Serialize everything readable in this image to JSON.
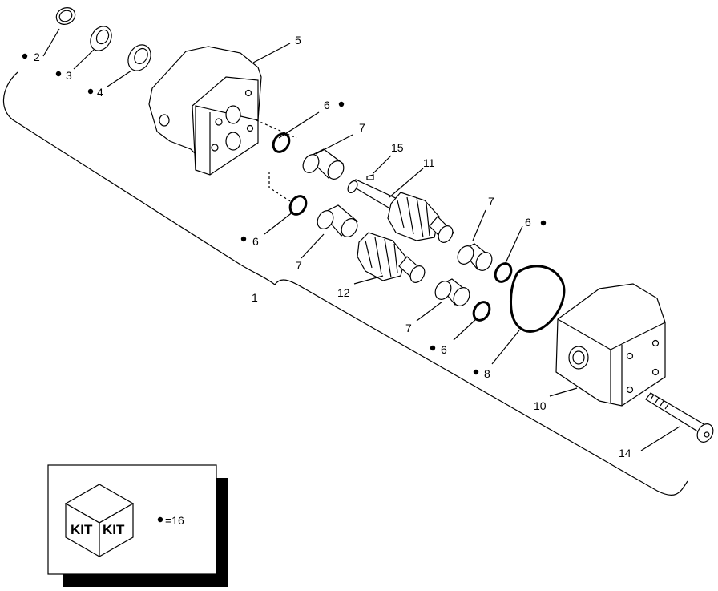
{
  "callouts": [
    {
      "id": "c2",
      "label": "2",
      "kit": true
    },
    {
      "id": "c3",
      "label": "3",
      "kit": true
    },
    {
      "id": "c4",
      "label": "4",
      "kit": true
    },
    {
      "id": "c5",
      "label": "5",
      "kit": false
    },
    {
      "id": "c6a",
      "label": "6",
      "kit": true
    },
    {
      "id": "c7a",
      "label": "7",
      "kit": false
    },
    {
      "id": "c15",
      "label": "15",
      "kit": false
    },
    {
      "id": "c11",
      "label": "11",
      "kit": false
    },
    {
      "id": "c7b",
      "label": "7",
      "kit": false
    },
    {
      "id": "c6b",
      "label": "6",
      "kit": true
    },
    {
      "id": "c6c",
      "label": "6",
      "kit": true
    },
    {
      "id": "c7c",
      "label": "7",
      "kit": false
    },
    {
      "id": "c12",
      "label": "12",
      "kit": false
    },
    {
      "id": "c1",
      "label": "1",
      "kit": false
    },
    {
      "id": "c7d",
      "label": "7",
      "kit": false
    },
    {
      "id": "c6d",
      "label": "6",
      "kit": true
    },
    {
      "id": "c8",
      "label": "8",
      "kit": true
    },
    {
      "id": "c10",
      "label": "10",
      "kit": false
    },
    {
      "id": "c14",
      "label": "14",
      "kit": false
    }
  ],
  "legend": {
    "kit_left": "KIT",
    "kit_right": "KIT",
    "equals_text": "=16"
  }
}
